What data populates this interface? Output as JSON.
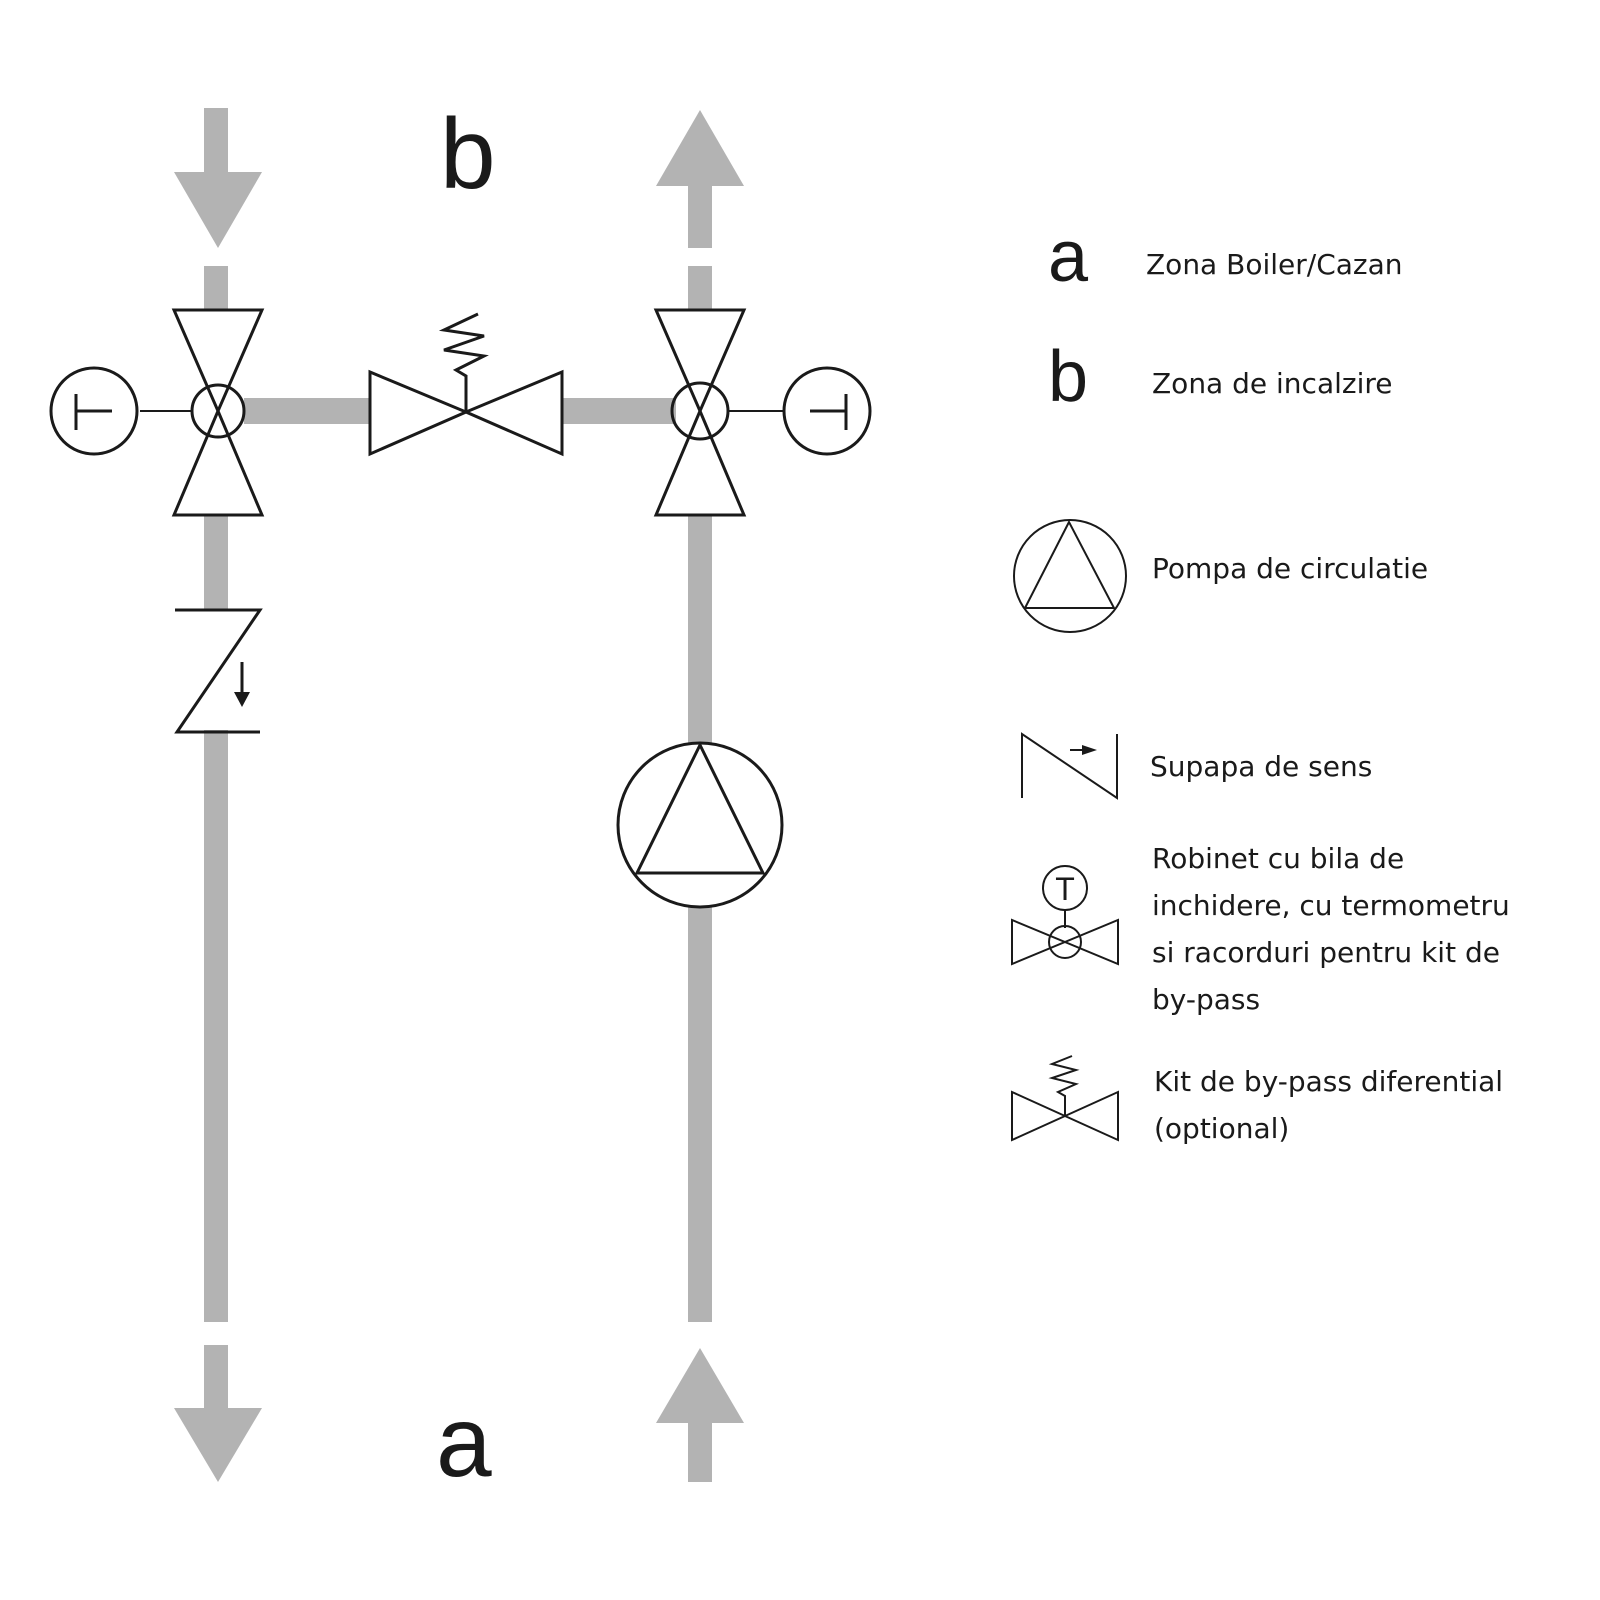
{
  "diagram": {
    "title": "Hydraulic heating group schematic",
    "zone_labels": {
      "top": "b",
      "bottom": "a"
    },
    "colors": {
      "pipe": "#b3b3b3",
      "line": "#1a1a1a",
      "background": "#ffffff"
    },
    "components": [
      {
        "id": "supply-ball-valve",
        "type": "ball valve with thermometer",
        "side": "left"
      },
      {
        "id": "return-ball-valve",
        "type": "ball valve with thermometer",
        "side": "right"
      },
      {
        "id": "bypass-kit",
        "type": "differential by-pass kit",
        "position": "between valves"
      },
      {
        "id": "check-valve",
        "type": "check valve",
        "side": "left"
      },
      {
        "id": "circulation-pump",
        "type": "circulation pump",
        "side": "right"
      }
    ],
    "flow": [
      {
        "pipe": "left",
        "direction": "down"
      },
      {
        "pipe": "right",
        "direction": "up"
      }
    ],
    "thermometer_glyph": "T"
  },
  "legend": {
    "items": [
      {
        "symbol": "a",
        "label": "Zona Boiler/Cazan"
      },
      {
        "symbol": "b",
        "label": "Zona de incalzire"
      },
      {
        "symbol": "pump-icon",
        "label": "Pompa de circulatie"
      },
      {
        "symbol": "check-valve-icon",
        "label": "Supapa de sens"
      },
      {
        "symbol": "ball-valve-thermometer-icon",
        "lines": [
          "Robinet cu bila de",
          "inchidere, cu termometru",
          "si racorduri pentru kit de",
          "by-pass"
        ]
      },
      {
        "symbol": "bypass-kit-icon",
        "lines": [
          "Kit de by-pass diferential",
          "(optional)"
        ]
      }
    ]
  }
}
